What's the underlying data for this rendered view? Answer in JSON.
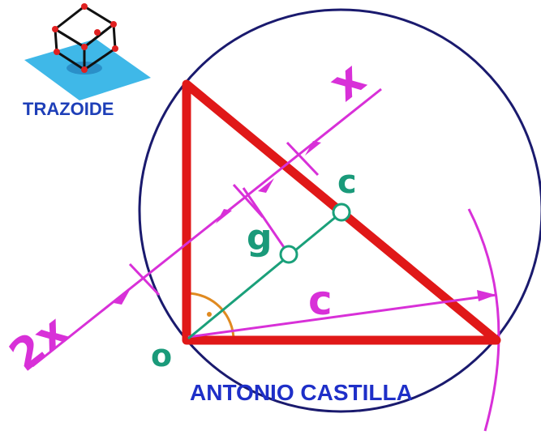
{
  "logo": {
    "brand": "TRAZOIDE",
    "brand_color": "#1e3fb8",
    "cube_color": "#111111",
    "vertex_color": "#e02020",
    "plane_color": "#3fb8e8",
    "icon": "cube-on-plane-icon"
  },
  "author": {
    "name": "ANTONIO CASTILLA",
    "color": "#1e2fc8"
  },
  "diagram": {
    "labels": {
      "x": "x",
      "two_x": "2x",
      "c_point": "c",
      "c_side": "c",
      "g_point": "g",
      "o_vertex": "o"
    },
    "colors": {
      "triangle": "#e01818",
      "circle": "#1a1a6e",
      "magenta": "#d830d8",
      "median": "#1aa07a",
      "right_angle": "#e08a20",
      "label_teal": "#1a9a7a"
    }
  }
}
